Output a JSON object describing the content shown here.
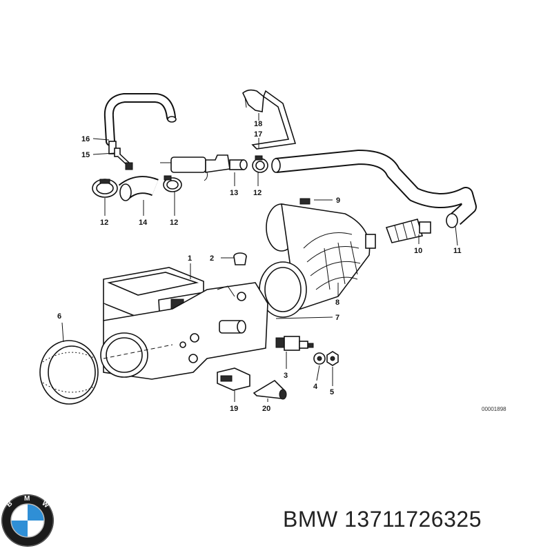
{
  "diagram": {
    "reference_code": "00001898",
    "callouts": [
      {
        "id": "c1",
        "label": "1"
      },
      {
        "id": "c2",
        "label": "2"
      },
      {
        "id": "c3",
        "label": "3"
      },
      {
        "id": "c4",
        "label": "4"
      },
      {
        "id": "c5",
        "label": "5"
      },
      {
        "id": "c6",
        "label": "6"
      },
      {
        "id": "c7",
        "label": "7"
      },
      {
        "id": "c8",
        "label": "8"
      },
      {
        "id": "c9",
        "label": "9"
      },
      {
        "id": "c10",
        "label": "10"
      },
      {
        "id": "c11",
        "label": "11"
      },
      {
        "id": "c12a",
        "label": "12"
      },
      {
        "id": "c12b",
        "label": "12"
      },
      {
        "id": "c12c",
        "label": "12"
      },
      {
        "id": "c13",
        "label": "13"
      },
      {
        "id": "c14",
        "label": "14"
      },
      {
        "id": "c15",
        "label": "15"
      },
      {
        "id": "c16",
        "label": "16"
      },
      {
        "id": "c17",
        "label": "17"
      },
      {
        "id": "c18",
        "label": "18"
      },
      {
        "id": "c19",
        "label": "19"
      },
      {
        "id": "c20",
        "label": "20"
      }
    ]
  },
  "brand": {
    "logo_letters": "BMW",
    "caption": "BMW 13711726325",
    "logo_colors": {
      "blue": "#2f8fd6",
      "white": "#ffffff",
      "ring": "#1b1b1b"
    }
  }
}
